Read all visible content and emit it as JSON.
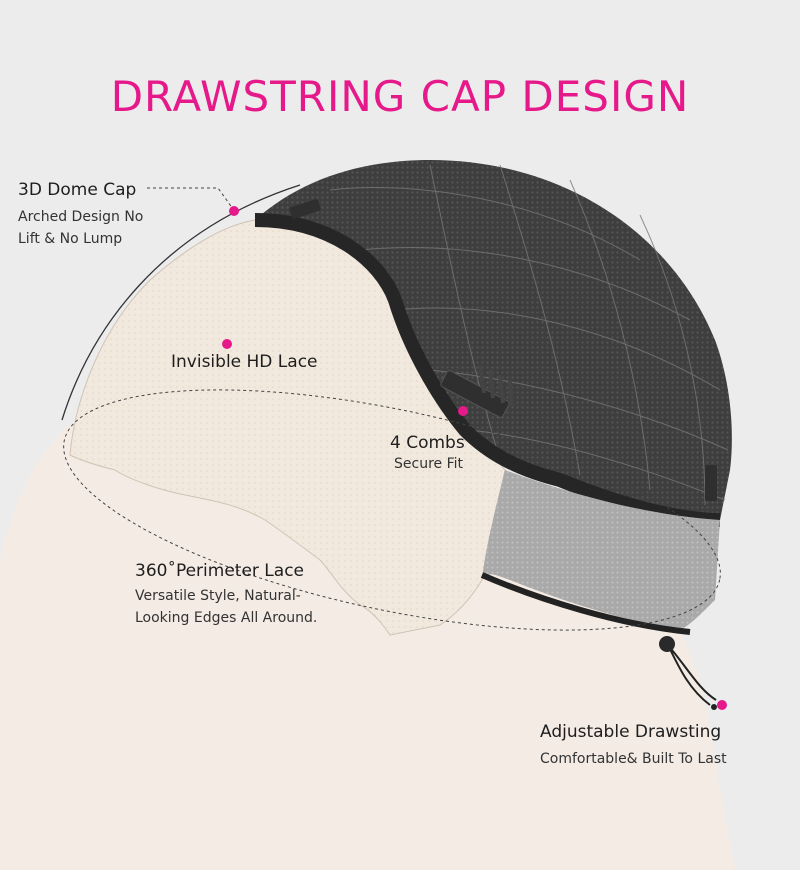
{
  "title": "DRAWSTRING CAP DESIGN",
  "colors": {
    "accent": "#e6198a",
    "background": "#ececec",
    "skin": "#f3ebe4",
    "cap": "#4a4a4a"
  },
  "callouts": {
    "dome": {
      "heading": "3D Dome Cap",
      "line1": "Arched Design No",
      "line2": "Lift & No Lump"
    },
    "lace": {
      "heading": "Invisible HD Lace"
    },
    "combs": {
      "heading": "4 Combs",
      "sub": "Secure Fit"
    },
    "perimeter": {
      "heading": "360˚Perimeter Lace",
      "line1": "Versatile Style, Natural-",
      "line2": "Looking Edges All Around."
    },
    "drawstring": {
      "heading": "Adjustable Drawsting",
      "sub": "Comfortable& Built To Last"
    }
  }
}
